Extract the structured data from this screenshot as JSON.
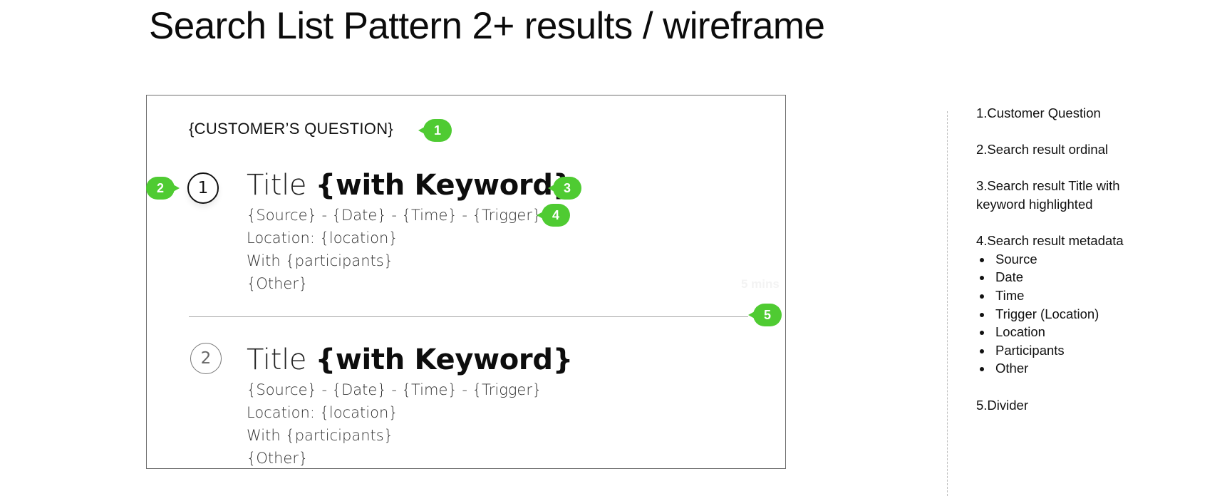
{
  "title": "Search List Pattern 2+ results / wireframe",
  "wireframe": {
    "question": "{CUSTOMER’S QUESTION}",
    "results": [
      {
        "ordinal": "1",
        "title_plain": "Title ",
        "title_keyword": "{with Keyword}",
        "meta_line": "{Source} - {Date} - {Time} - {Trigger}",
        "location": "Location: {location}",
        "participants": "With {participants}",
        "other": "{Other}"
      },
      {
        "ordinal": "2",
        "title_plain": "Title ",
        "title_keyword": "{with Keyword}",
        "meta_line": "{Source} - {Date} - {Time} - {Trigger}",
        "location": "Location: {location}",
        "participants": "With {participants}",
        "other": "{Other}"
      }
    ],
    "faint_text": "5 mins"
  },
  "callouts": [
    "1",
    "2",
    "3",
    "4",
    "5"
  ],
  "legend": {
    "item1": "1.Customer Question",
    "item2": "2.Search result ordinal",
    "item3_line1": "3.Search result Title with",
    "item3_line2": "keyword highlighted",
    "item4": "4.Search result metadata",
    "metadata_fields": [
      "Source",
      "Date",
      "Time",
      "Trigger (Location)",
      "Location",
      "Participants",
      "Other"
    ],
    "item5": "5.Divider"
  },
  "colors": {
    "callout": "#4fcb32",
    "frame_border": "#6e6e6e",
    "divider": "#a8a8a8"
  }
}
